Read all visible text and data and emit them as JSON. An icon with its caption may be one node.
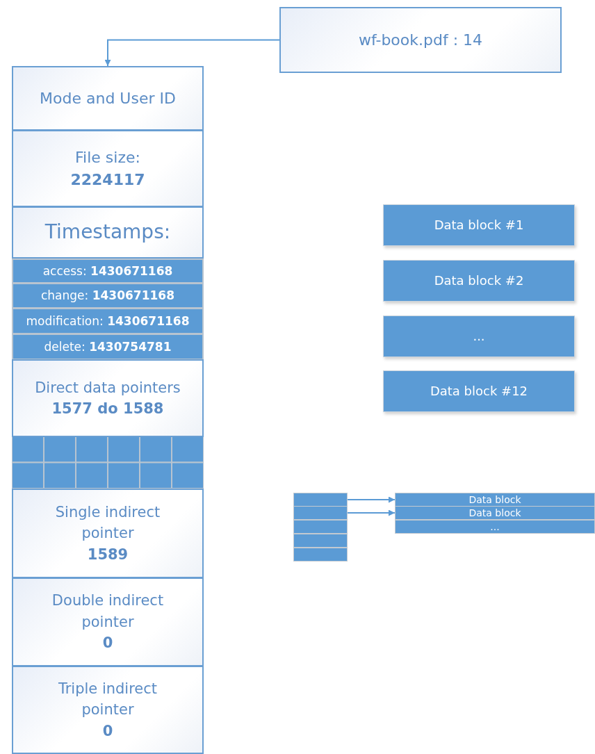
{
  "diagram": {
    "nodes": [
      {
        "text": [
          "wf-book.pdf : 14"
        ]
      },
      {
        "text": [
          "Mode and User ID"
        ]
      },
      {
        "text": [
          "File size:",
          "2224117"
        ]
      },
      {
        "text": [
          "Timestamps:"
        ]
      },
      {
        "text": [
          "access: **1430671168**"
        ]
      },
      {
        "text": [
          "change: **1430671168**"
        ]
      },
      {
        "text": [
          "modification: **1430671168**"
        ]
      },
      {
        "text": [
          "delete: **1430754781**"
        ]
      },
      {
        "text": [
          "Direct data pointers",
          "1577 do 1588"
        ]
      },
      {
        "text": [
          "Single indirect pointer",
          "1589"
        ]
      },
      {
        "text": [
          "Double indirect pointer",
          "0"
        ]
      },
      {
        "text": [
          "Triple indirect pointer",
          "0"
        ]
      },
      {
        "text": [
          "Data block #1"
        ]
      },
      {
        "text": [
          "Data block #2"
        ]
      },
      {
        "text": [
          "..."
        ]
      },
      {
        "text": [
          "Data block #12"
        ]
      },
      {
        "text": [],
        "shape": "box"
      },
      {
        "text": [],
        "shape": "box"
      },
      {
        "text": [],
        "shape": "box"
      },
      {
        "text": [],
        "shape": "box"
      },
      {
        "text": [],
        "shape": "box"
      },
      {
        "text": [
          "Data block"
        ]
      },
      {
        "text": [
          "Data block"
        ]
      },
      {
        "text": [
          "..."
        ]
      }
    ],
    "edges": [
      {
        "from": 0,
        "to": 1,
        "arrow": "to"
      },
      {
        "from": 16,
        "to": 21,
        "arrow": "to"
      },
      {
        "from": 17,
        "to": 22,
        "arrow": "to"
      }
    ]
  }
}
